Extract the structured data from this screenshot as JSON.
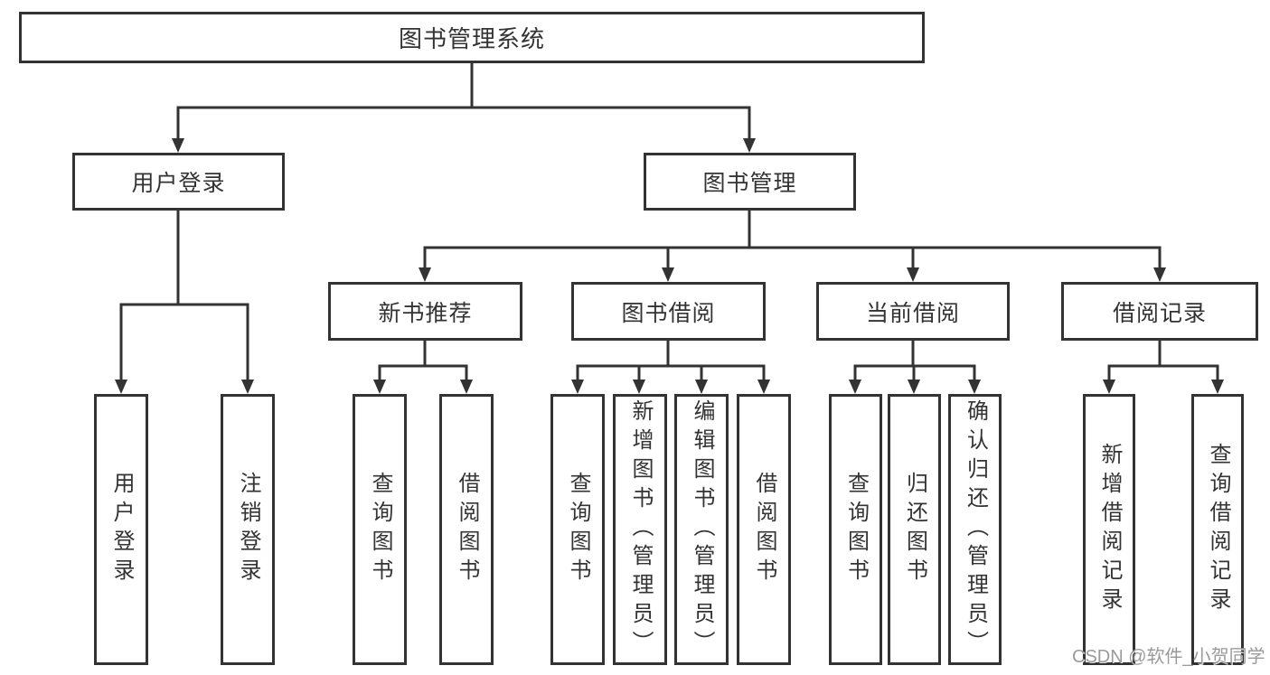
{
  "colors": {
    "line": "#333333",
    "text": "#333333",
    "box_background": "#ffffff",
    "watermark": "#919191"
  },
  "watermark": "CSDN @软件_小贺同学",
  "tree": {
    "label": "图书管理系统",
    "children": [
      {
        "label": "用户登录",
        "children": [
          {
            "label": "用户登录"
          },
          {
            "label": "注销登录"
          }
        ]
      },
      {
        "label": "图书管理",
        "children": [
          {
            "label": "新书推荐",
            "children": [
              {
                "label": "查询图书"
              },
              {
                "label": "借阅图书"
              }
            ]
          },
          {
            "label": "图书借阅",
            "children": [
              {
                "label": "查询图书"
              },
              {
                "label": "新增图书（管理员）"
              },
              {
                "label": "编辑图书（管理员）"
              },
              {
                "label": "借阅图书"
              }
            ]
          },
          {
            "label": "当前借阅",
            "children": [
              {
                "label": "查询图书"
              },
              {
                "label": "归还图书"
              },
              {
                "label": "确认归还（管理员）"
              }
            ]
          },
          {
            "label": "借阅记录",
            "children": [
              {
                "label": "新增借阅记录"
              },
              {
                "label": "查询借阅记录"
              }
            ]
          }
        ]
      }
    ]
  }
}
